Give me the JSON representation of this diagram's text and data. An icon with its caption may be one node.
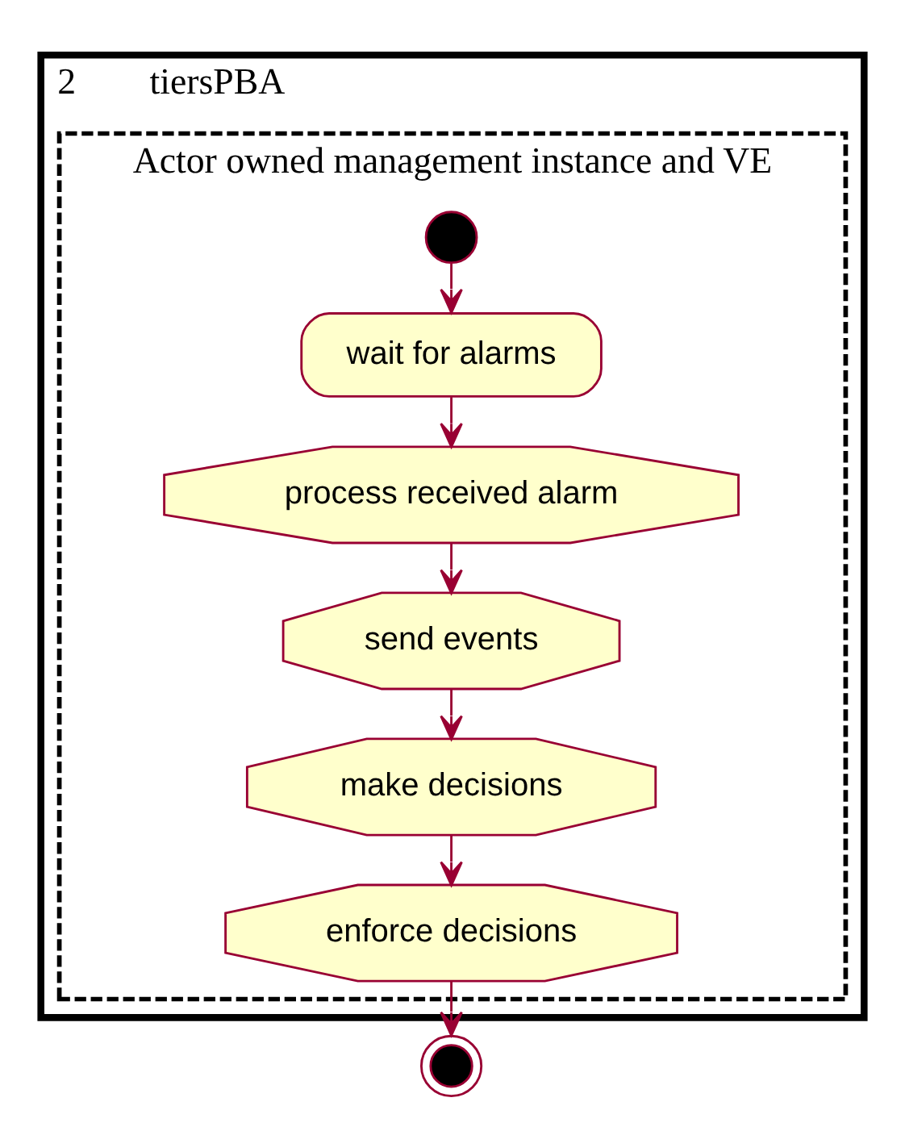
{
  "diagram": {
    "nodes": [
      {
        "text": [
          "2",
          "tiersPBA"
        ]
      },
      {
        "text": [
          "Actor owned management instance and VE"
        ],
        "in": 0
      },
      {
        "text": [],
        "shape": "circle",
        "in": 1
      },
      {
        "text": [
          "wait for alarms"
        ],
        "in": 1
      },
      {
        "text": [
          "process received alarm"
        ],
        "in": 1
      },
      {
        "text": [
          "send events"
        ],
        "in": 1
      },
      {
        "text": [
          "make decisions"
        ],
        "in": 1
      },
      {
        "text": [
          "enforce decisions"
        ],
        "in": 1
      },
      {
        "text": [],
        "shape": "circle"
      }
    ],
    "edges": [
      {
        "from": 2,
        "to": 3,
        "arrow": "to"
      },
      {
        "from": 3,
        "to": 4,
        "arrow": "to"
      },
      {
        "from": 4,
        "to": 5,
        "arrow": "to"
      },
      {
        "from": 5,
        "to": 6,
        "arrow": "to"
      },
      {
        "from": 6,
        "to": 7,
        "arrow": "to"
      },
      {
        "from": 7,
        "to": 8,
        "arrow": "to"
      }
    ]
  }
}
